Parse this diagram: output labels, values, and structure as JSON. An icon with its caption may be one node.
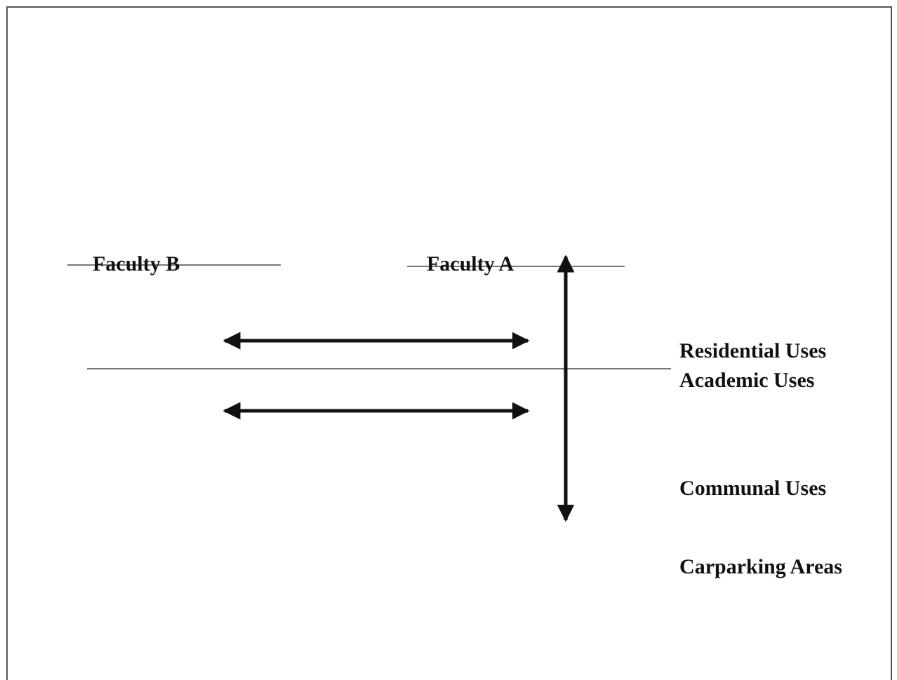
{
  "diagram": {
    "labels": [
      "Faculty B",
      "Faculty A",
      "Residential Uses",
      "Academic Uses",
      "Communal Uses",
      "Carparking Areas"
    ]
  }
}
